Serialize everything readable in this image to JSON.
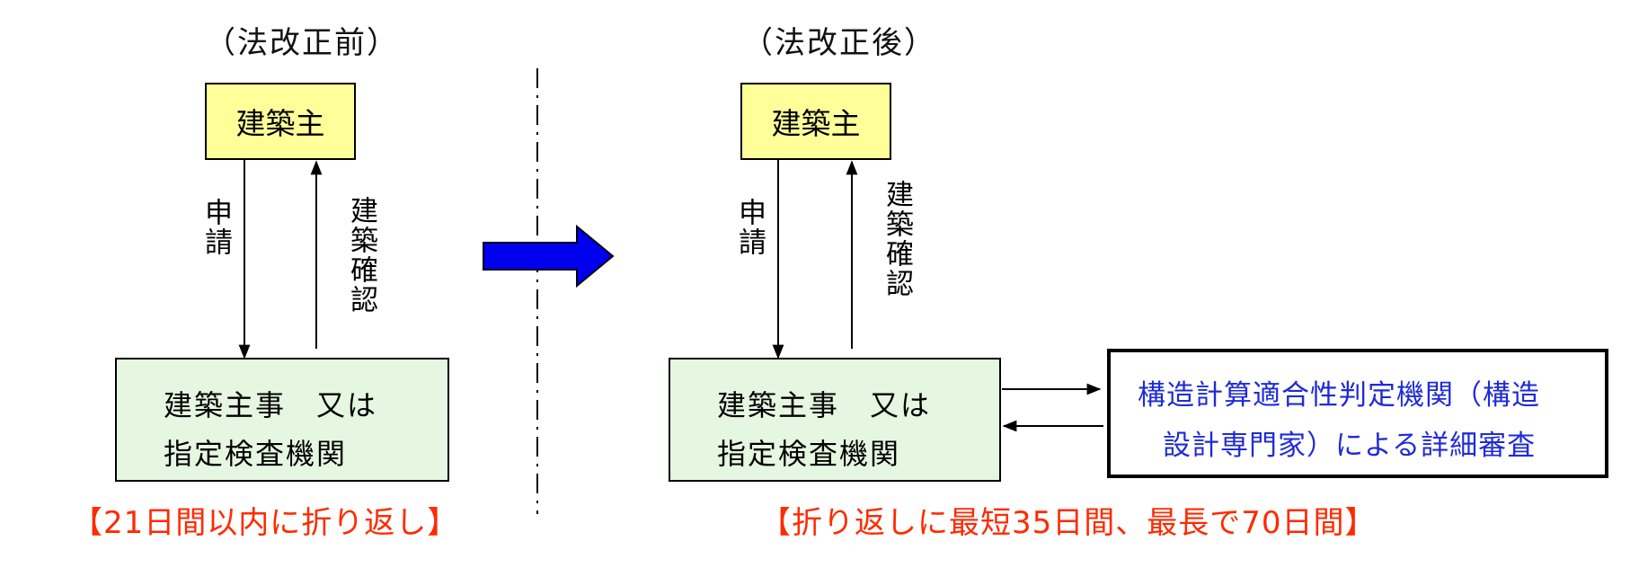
{
  "before": {
    "heading": "（法改正前）",
    "owner_label": "建築主",
    "apply_label": "申請",
    "confirm_label": "建築確認",
    "authority_line1": "建築主事　又は",
    "authority_line2": "指定検査機関",
    "note": "【21日間以内に折り返し】"
  },
  "after": {
    "heading": "（法改正後）",
    "owner_label": "建築主",
    "apply_label": "申請",
    "confirm_label": "建築確認",
    "authority_line1": "建築主事　又は",
    "authority_line2": "指定検査機関",
    "review_line1": "構造計算適合性判定機関（構造",
    "review_line2": "設計専門家）による詳細審査",
    "note": "【折り返しに最短35日間、最長で70日間】"
  },
  "colors": {
    "owner_fill": "#ffff99",
    "authority_fill": "#e6f7e1",
    "review_text": "#1f2bd6",
    "note_text": "#ff2a00",
    "transition_arrow": "#0000ee"
  },
  "icons": {
    "transition": "right-arrow-icon"
  }
}
